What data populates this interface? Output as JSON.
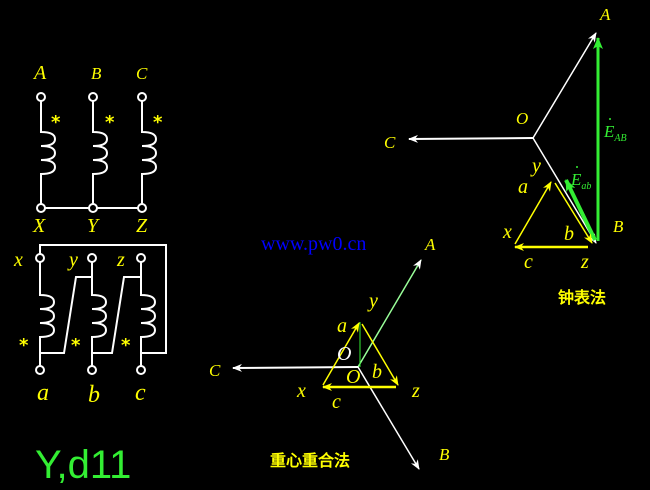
{
  "title": "Y,d11",
  "watermark": "www.pw0.cn",
  "colors": {
    "background": "#000000",
    "label": "#ffff00",
    "phasor_green": "#33ee33",
    "wire": "#ffffff",
    "watermark": "#0000ff"
  },
  "wiring": {
    "primary_top": [
      "A",
      "B",
      "C"
    ],
    "primary_bottom": [
      "X",
      "Y",
      "Z"
    ],
    "secondary_top": [
      "x",
      "y",
      "z"
    ],
    "secondary_bottom": [
      "a",
      "b",
      "c"
    ],
    "polarity_mark": "*"
  },
  "clock_method": {
    "caption": "钟表法",
    "O": "O",
    "A": "A",
    "B": "B",
    "C": "C",
    "a": "a",
    "b": "b",
    "c": "c",
    "x": "x",
    "y": "y",
    "z": "z",
    "E_AB": {
      "main": "E",
      "sub": "AB"
    },
    "E_ab": {
      "main": "E",
      "sub": "ab"
    }
  },
  "centroid_method": {
    "caption": "重心重合法",
    "O": "O",
    "o": "O",
    "A": "A",
    "B": "B",
    "C": "C",
    "a": "a",
    "b": "b",
    "c": "c",
    "x": "x",
    "y": "y",
    "z": "z"
  }
}
